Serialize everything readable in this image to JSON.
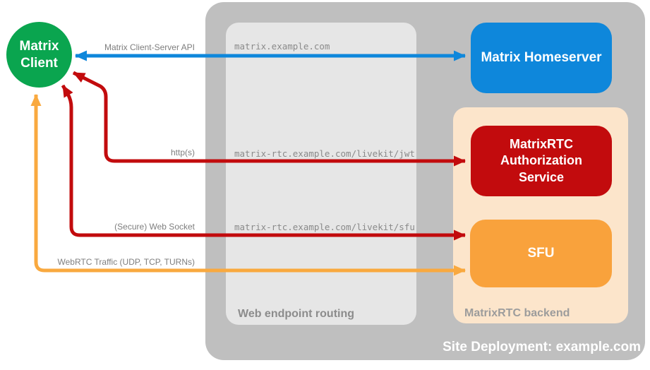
{
  "diagram": {
    "title": "MatrixRTC site deployment diagram",
    "site_label": "Site Deployment: example.com",
    "client": {
      "lines": [
        "Matrix",
        "Client"
      ]
    },
    "homeserver": {
      "label": "Matrix Homeserver"
    },
    "auth_service": {
      "lines": [
        "MatrixRTC",
        "Authorization",
        "Service"
      ]
    },
    "sfu": {
      "label": "SFU"
    },
    "routing": {
      "title": "Web endpoint routing",
      "endpoints": [
        "matrix.example.com",
        "matrix-rtc.example.com/livekit/jwt",
        "matrix-rtc.example.com/livekit/sfu"
      ]
    },
    "backend": {
      "title": "MatrixRTC backend"
    },
    "connections": [
      {
        "label": "Matrix Client-Server API",
        "color": "#0e87db",
        "from": "Matrix Client",
        "to": "Matrix Homeserver"
      },
      {
        "label": "http(s)",
        "color": "#c20b0d",
        "from": "Matrix Client",
        "to": "MatrixRTC Authorization Service"
      },
      {
        "label": "(Secure) Web Socket",
        "color": "#c20b0d",
        "from": "Matrix Client",
        "to": "SFU"
      },
      {
        "label": "WebRTC Traffic (UDP, TCP, TURNs)",
        "color": "#f9a93f",
        "from": "Matrix Client",
        "to": "SFU"
      }
    ],
    "colors": {
      "outer_container": "#bfbfbf",
      "routing_box": "#e6e6e6",
      "backend_box": "#fce5cb",
      "homeserver": "#0e87db",
      "auth_service": "#c20b0d",
      "sfu": "#f9a23c",
      "client": "#0aa54f",
      "label_text": "#7e7e7e",
      "endpoint_text": "#8a8a8a"
    }
  }
}
